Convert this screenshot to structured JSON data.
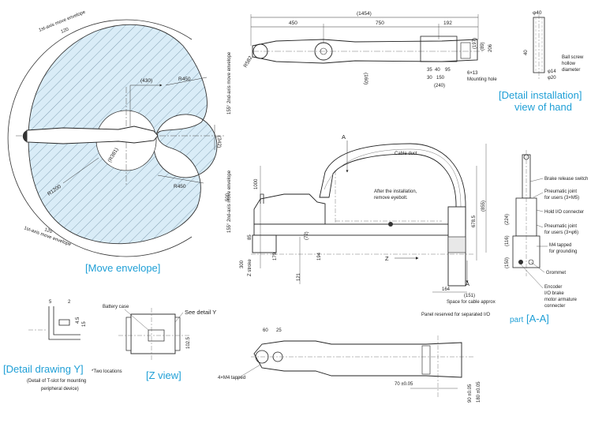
{
  "captions": {
    "move_envelope": "[Move envelope]",
    "detail_installation": "[Detail installation]",
    "view_of_hand": "view of hand",
    "detail_drawing_y": "[Detail drawing Y]",
    "z_view": "[Z view]",
    "part": "part",
    "part_aa": "[A-A]"
  },
  "notes": {
    "two_locations": "*Two locations",
    "tslot_1": "(Detail of T-slot for mounting",
    "tslot_2": "peripheral device)",
    "battery_case": "Battery case",
    "see_detail_y": "See detail Y",
    "cable_duct": "Cable duct",
    "after_install_1": "After the installation,",
    "after_install_2": "remove eyebolt.",
    "mounting_hole": "Mounting hole",
    "mounting_hole_count": "6×13",
    "space_cable": "Space for cable approx",
    "panel_reserved": "Panel reserved for separated I/O",
    "tapped": "4×M4  tapped",
    "ball_screw_1": "Ball screw",
    "ball_screw_2": "hollow",
    "ball_screw_3": "diameter",
    "z_stroke": "Z stroke",
    "axis1_top": "1st-axis move envelope",
    "axis1_bottom": "1st-axis move envelope",
    "axis2_top": "155° 2nd-axis move envelope",
    "axis2_bottom": "155° 2nd-axis move envelope",
    "label_a": "A",
    "label_a2": "A",
    "label_z": "Z"
  },
  "callouts": {
    "brake_release": "Brake release switch",
    "pneumatic1_1": "Pneumatic joint",
    "pneumatic1_2": "for users (3×M5)",
    "hold_io": "Hold I/O connecter",
    "pneumatic2_1": "Pneumatic joint",
    "pneumatic2_2": "for users (3×φ6)",
    "m4_1": "M4 tapped",
    "m4_2": "for grounding",
    "grommet": "Grommet",
    "encoder_1": "Encoder",
    "encoder_2": "I/O brake",
    "encoder_3": "motor armature",
    "encoder_4": "connecter"
  },
  "dims": {
    "d1454": "(1454)",
    "d450": "450",
    "d750": "750",
    "d192": "192",
    "r582": "R582",
    "d160": "(160)",
    "d35": "35",
    "d40": "40",
    "d95": "95",
    "d30": "30",
    "d150": "150",
    "d240": "(240)",
    "d197": "(197)",
    "d89": "(89)",
    "d206": "206",
    "d120a": "120",
    "d120b": "120",
    "d430": "(430)",
    "r450a": "R450",
    "r450b": "R450",
    "r120": "R1200",
    "r381": "(R381)",
    "d342": "(342)",
    "phi40": "φ40",
    "d40v": "40",
    "phi14": "φ14",
    "phi20": "φ20",
    "d1000": "1000",
    "d500": "500",
    "d855": "(855)",
    "d6785": "678.5",
    "d85": "85",
    "d72": "(72)",
    "d179": "179",
    "d194": "194",
    "d300": "300",
    "d121": "121",
    "d164": "164",
    "d151": "(151)",
    "d224": "(224)",
    "d116": "(116)",
    "d150b": "(150)",
    "d5": "5",
    "d2": "2",
    "d45": "4.5",
    "d15": "15",
    "d1025": "102.5",
    "d60": "60",
    "d25": "25",
    "d70": "70 ±0.05",
    "d90": "90 ±0.05",
    "d180": "180 ±0.05"
  }
}
